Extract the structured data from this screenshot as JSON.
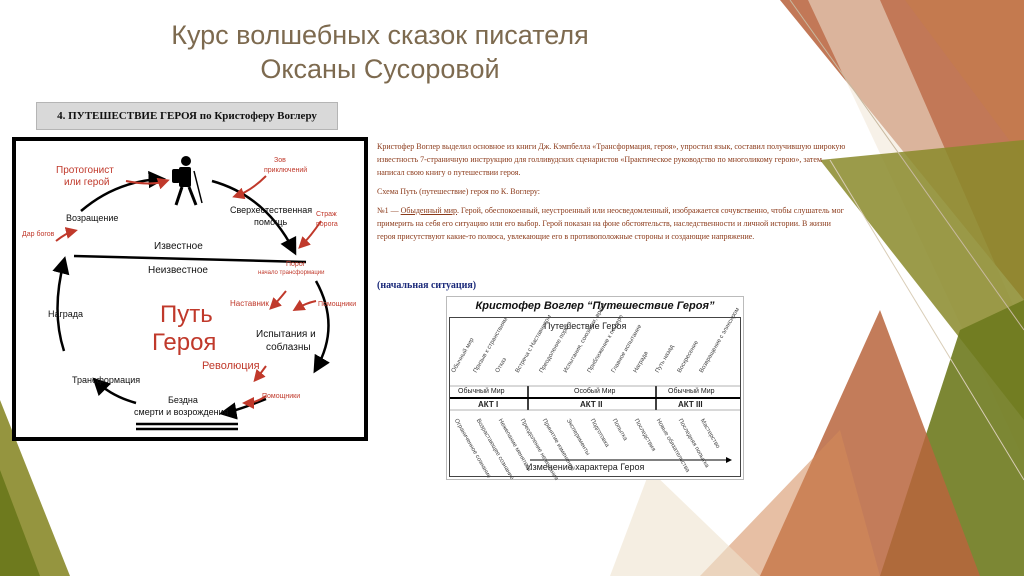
{
  "slide": {
    "title_line1": "Курс волшебных сказок писателя",
    "title_line2": "Оксаны Сусоровой",
    "section_heading": "4. ПУТЕШЕСТВИЕ ГЕРОЯ по Кристоферу Воглеру"
  },
  "cycle": {
    "protagonist": "Протогонист",
    "protagonist2": "или герой",
    "call": "Зов",
    "call2": "приключений",
    "return": "Возращение",
    "supernatural": "Сверхестественная",
    "supernatural2": "помощь",
    "guard": "Страж",
    "guard2": "порога",
    "gods_gift": "Дар богов",
    "known": "Известное",
    "unknown": "Неизвестное",
    "threshold": "Порог",
    "threshold2": "начало трансформации",
    "mentor": "Наставник",
    "helpers": "Помощники",
    "reward": "Награда",
    "path": "Путь",
    "hero": "Героя",
    "trials": "Испытания и",
    "trials2": "соблазны",
    "revolution": "Революция",
    "transformation": "Трансформация",
    "abyss": "Бездна",
    "death_rebirth": "смерти и возрождения",
    "helpers2": "Помощники"
  },
  "text": {
    "p1": "Кристофер Воглер выделил основное из книги Дж. Кэмпбелла «Трансформация, героя», упростил язык, составил получившую широкую известность 7-страничную инструкцию для голливудских сценаристов «Практическое руководство по многоликому герою», затем написал свою книгу о путешествии героя.",
    "p2": "Схема Путь (путешествие) героя по К. Воглеру:",
    "p3_prefix": "№1 — ",
    "p3_link": "Обыденный мир",
    "p3_rest": ". Герой, обеспокоенный, неустроенный или неосведомленный, изображается сочувственно, чтобы слушатель мог примерить на себя его ситуацию или его выбор. Герой показан на фоне обстоятельств, наследственности и личной истории. В жизни героя присутствуют какие-то полюса, увлекающие его в противоположные стороны и создающие напряжение.",
    "situation": "(начальная ситуация)"
  },
  "vogler": {
    "title": "Кристофер Воглер “Путешествие Героя”",
    "top_label": "Путешествие Героя",
    "world1": "Обычный Мир",
    "world2": "Особый Мир",
    "world3": "Обычный Мир",
    "act1": "АКТ I",
    "act2": "АКТ II",
    "act3": "АКТ III",
    "bottom_label": "Изменение характера Героя",
    "top_steps": [
      "Обычный мир",
      "Призыв к странствиям",
      "Отказ",
      "Встреча с Наставником",
      "Преодоление порога",
      "Испытания, союзники, враги",
      "Приближение к пещере",
      "Главное испытание",
      "Награда",
      "Путь назад",
      "Воскресение",
      "Возвращение с эликсиром"
    ],
    "bottom_steps": [
      "Ограниченное сознание",
      "Возрастающее сознание",
      "Нежелание меняться",
      "Преодоление нежелания",
      "Принятие изменений",
      "Эксперименты",
      "Подготовка",
      "Попытка",
      "Последствия",
      "Новые обязательства",
      "Последняя попытка",
      "Мастерство"
    ]
  },
  "colors": {
    "title": "#7d6a4f",
    "body_text": "#8b3a1a",
    "situation": "#1b2a7a",
    "accent_red": "#c0392b"
  }
}
